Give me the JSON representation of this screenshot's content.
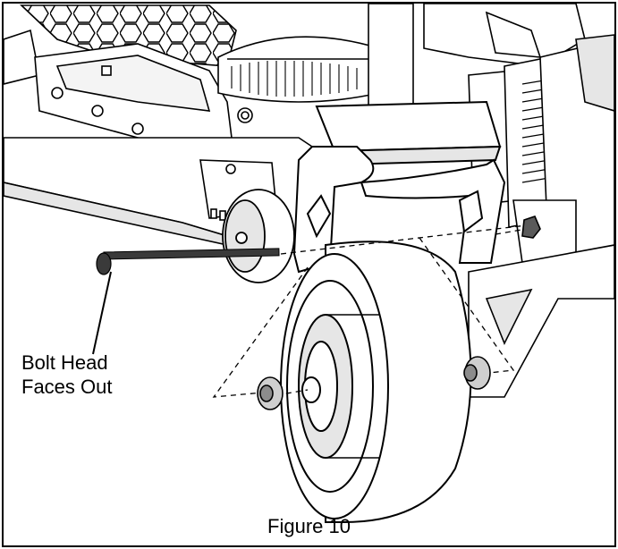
{
  "figure": {
    "caption": "Figure 10",
    "callout": {
      "line1": "Bolt Head",
      "line2": "Faces Out"
    }
  },
  "colors": {
    "line": "#000000",
    "fill": "#ffffff",
    "shade": "#e6e6e6",
    "bolt": "#3a3a3a"
  }
}
